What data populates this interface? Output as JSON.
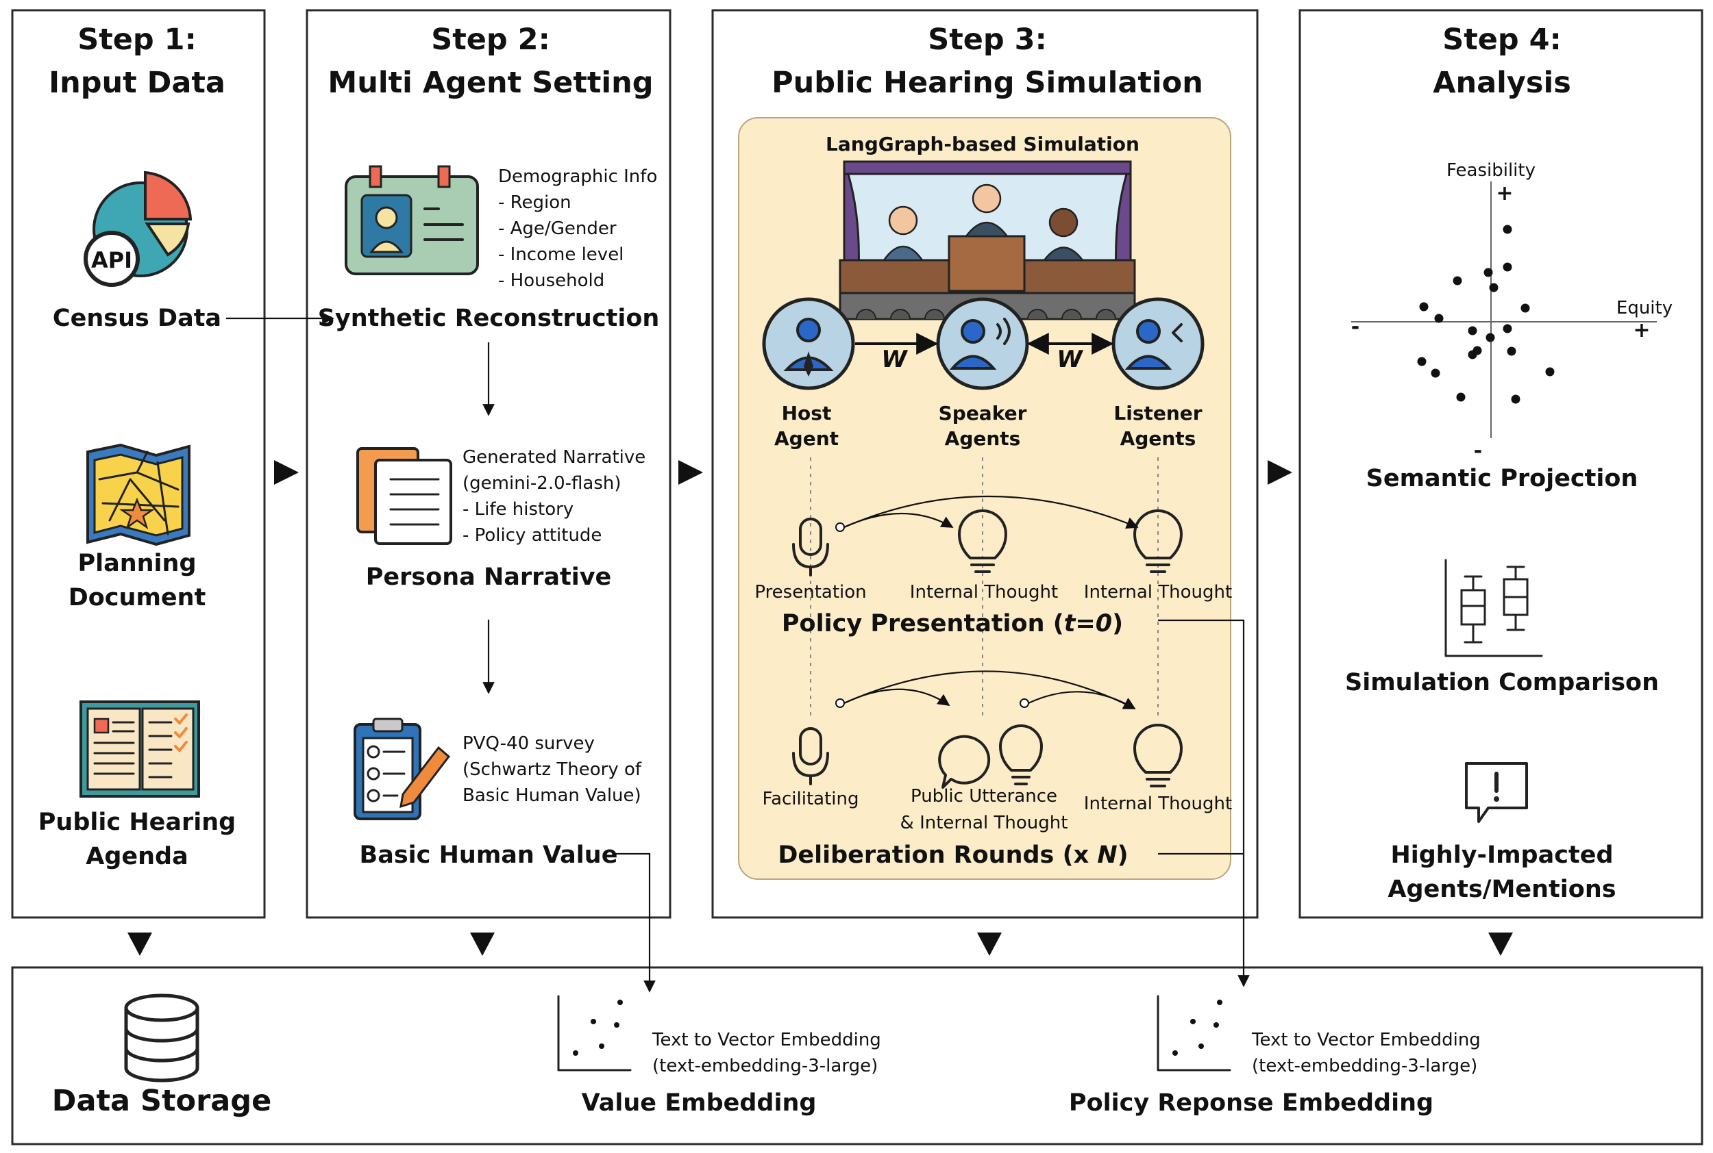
{
  "step1": {
    "title_line1": "Step 1:",
    "title_line2": "Input Data",
    "api_label": "API",
    "census": "Census Data",
    "planning_line1": "Planning",
    "planning_line2": "Document",
    "agenda_line1": "Public Hearing",
    "agenda_line2": "Agenda"
  },
  "step2": {
    "title_line1": "Step 2:",
    "title_line2": "Multi Agent Setting",
    "demo_lines": [
      "Demographic Info",
      "- Region",
      "- Age/Gender",
      "- Income level",
      "- Household"
    ],
    "synthetic": "Synthetic Reconstruction",
    "narrative_lines": [
      "Generated Narrative",
      "(gemini-2.0-flash)",
      "- Life history",
      "- Policy attitude"
    ],
    "persona": "Persona Narrative",
    "pvq_lines": [
      "PVQ-40 survey",
      "(Schwartz Theory of",
      "Basic Human Value)"
    ],
    "basic_value": "Basic Human Value"
  },
  "step3": {
    "title_line1": "Step 3:",
    "title_line2": "Public Hearing Simulation",
    "langgraph": "LangGraph-based Simulation",
    "weight_label": "W",
    "host_line1": "Host",
    "host_line2": "Agent",
    "speaker_line1": "Speaker",
    "speaker_line2": "Agents",
    "listener_line1": "Listener",
    "listener_line2": "Agents",
    "presentation": "Presentation",
    "internal_thought": "Internal Thought",
    "policy_presentation_pre": "Policy Presentation (",
    "policy_presentation_t": "t=0",
    "policy_presentation_post": ")",
    "facilitating": "Facilitating",
    "public_utterance_line1": "Public Utterance",
    "public_utterance_line2": "& Internal Thought",
    "deliberation_pre": "Deliberation Rounds (x ",
    "deliberation_n": "N",
    "deliberation_post": ")"
  },
  "step4": {
    "title_line1": "Step 4:",
    "title_line2": "Analysis",
    "y_axis_label": "Feasibility",
    "x_axis_label": "Equity",
    "plus": "+",
    "minus": "-",
    "semantic": "Semantic Projection",
    "comparison": "Simulation Comparison",
    "impacted_line1": "Highly-Impacted",
    "impacted_line2": "Agents/Mentions"
  },
  "bottom": {
    "data_storage": "Data Storage",
    "embed_line1": "Text to Vector Embedding",
    "embed_line2": "(text-embedding-3-large)",
    "value_embedding": "Value Embedding",
    "policy_embedding": "Policy Reponse Embedding"
  },
  "colors": {
    "pie_teal": "#3ea7b3",
    "pie_red": "#ee6a55",
    "pie_yellow": "#f6e3a1",
    "map_blue": "#3a7bbf",
    "map_yellow": "#f8d24a",
    "card_green": "#a9cdb3",
    "card_blue": "#2e7aa5",
    "doc_orange": "#f39c4f",
    "clipboard_blue": "#2f73b8",
    "pencil_orange": "#f08a3c",
    "sim_bg": "#fcecc8",
    "agent_bg": "#b8d3e3",
    "agent_blue": "#2b67c7",
    "curtain_purple": "#6b4a8c",
    "agenda_teal": "#3e9a9e"
  }
}
